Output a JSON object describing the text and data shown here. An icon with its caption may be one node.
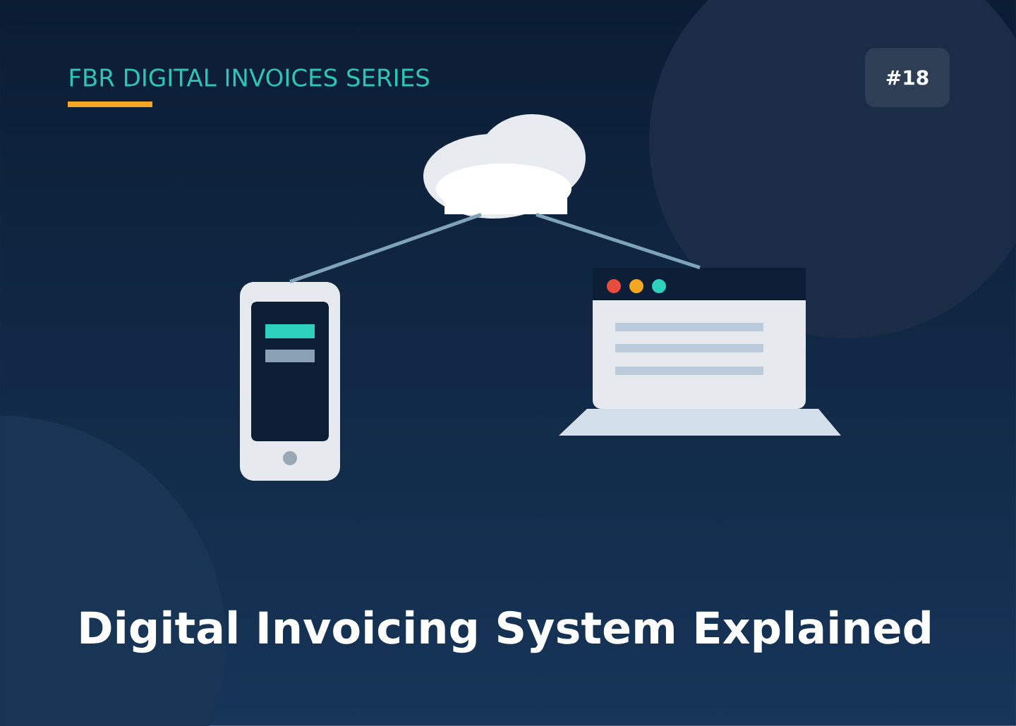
{
  "diagram": {
    "title": "Digital Invoicing System Explained",
    "nodes": [
      {
        "text": [
          "#18"
        ]
      },
      {
        "text": [],
        "shape": "cloud"
      },
      {
        "text": [],
        "shape": "picture"
      },
      {
        "text": [],
        "shape": "picture"
      }
    ],
    "edges": [
      {
        "from": 1,
        "to": 2,
        "arrow": "none"
      },
      {
        "from": 1,
        "to": 3,
        "arrow": "none"
      }
    ],
    "labels": [
      "FBR DIGITAL INVOICES SERIES"
    ]
  }
}
